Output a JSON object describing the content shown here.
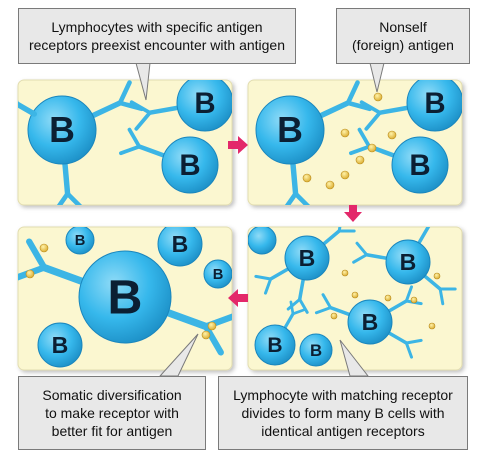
{
  "colors": {
    "panel_bg": "#fbf7d0",
    "cell_fill": "#2fb4e9",
    "cell_light": "#8fdbf7",
    "receptor": "#3cb5e5",
    "antigen": "#e6be42",
    "arrow": "#e3286a",
    "caption_bg": "#e8e8e8"
  },
  "cell_letter": "B",
  "captions": {
    "top_left": [
      "Lymphocytes with specific antigen",
      "receptors preexist encounter with antigen"
    ],
    "top_right": [
      "Nonself",
      "(foreign) antigen"
    ],
    "bottom_left": [
      "Somatic diversification",
      "to make receptor with",
      "better fit for antigen"
    ],
    "bottom_right": [
      "Lymphocyte with matching receptor",
      "divides to form many B cells with",
      "identical antigen receptors"
    ]
  },
  "flow_arrows": [
    "right",
    "down",
    "left"
  ]
}
